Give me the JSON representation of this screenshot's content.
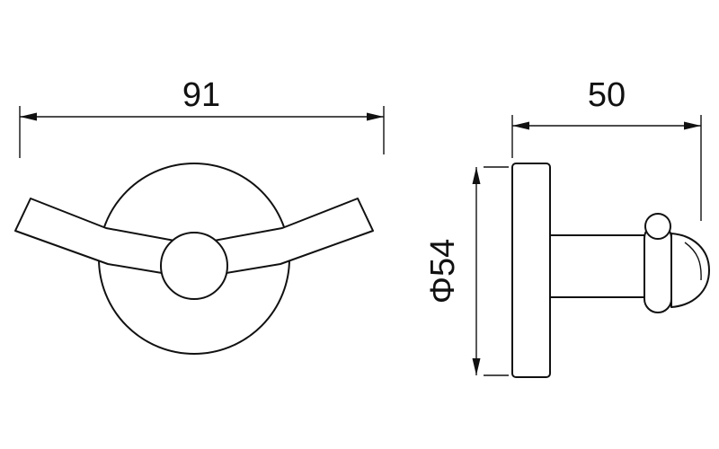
{
  "diagram": {
    "background_color": "#ffffff",
    "line_color": "#111111",
    "front_view": {
      "width_label": "91"
    },
    "side_view": {
      "depth_label": "50",
      "diameter_label": "Φ54"
    }
  }
}
